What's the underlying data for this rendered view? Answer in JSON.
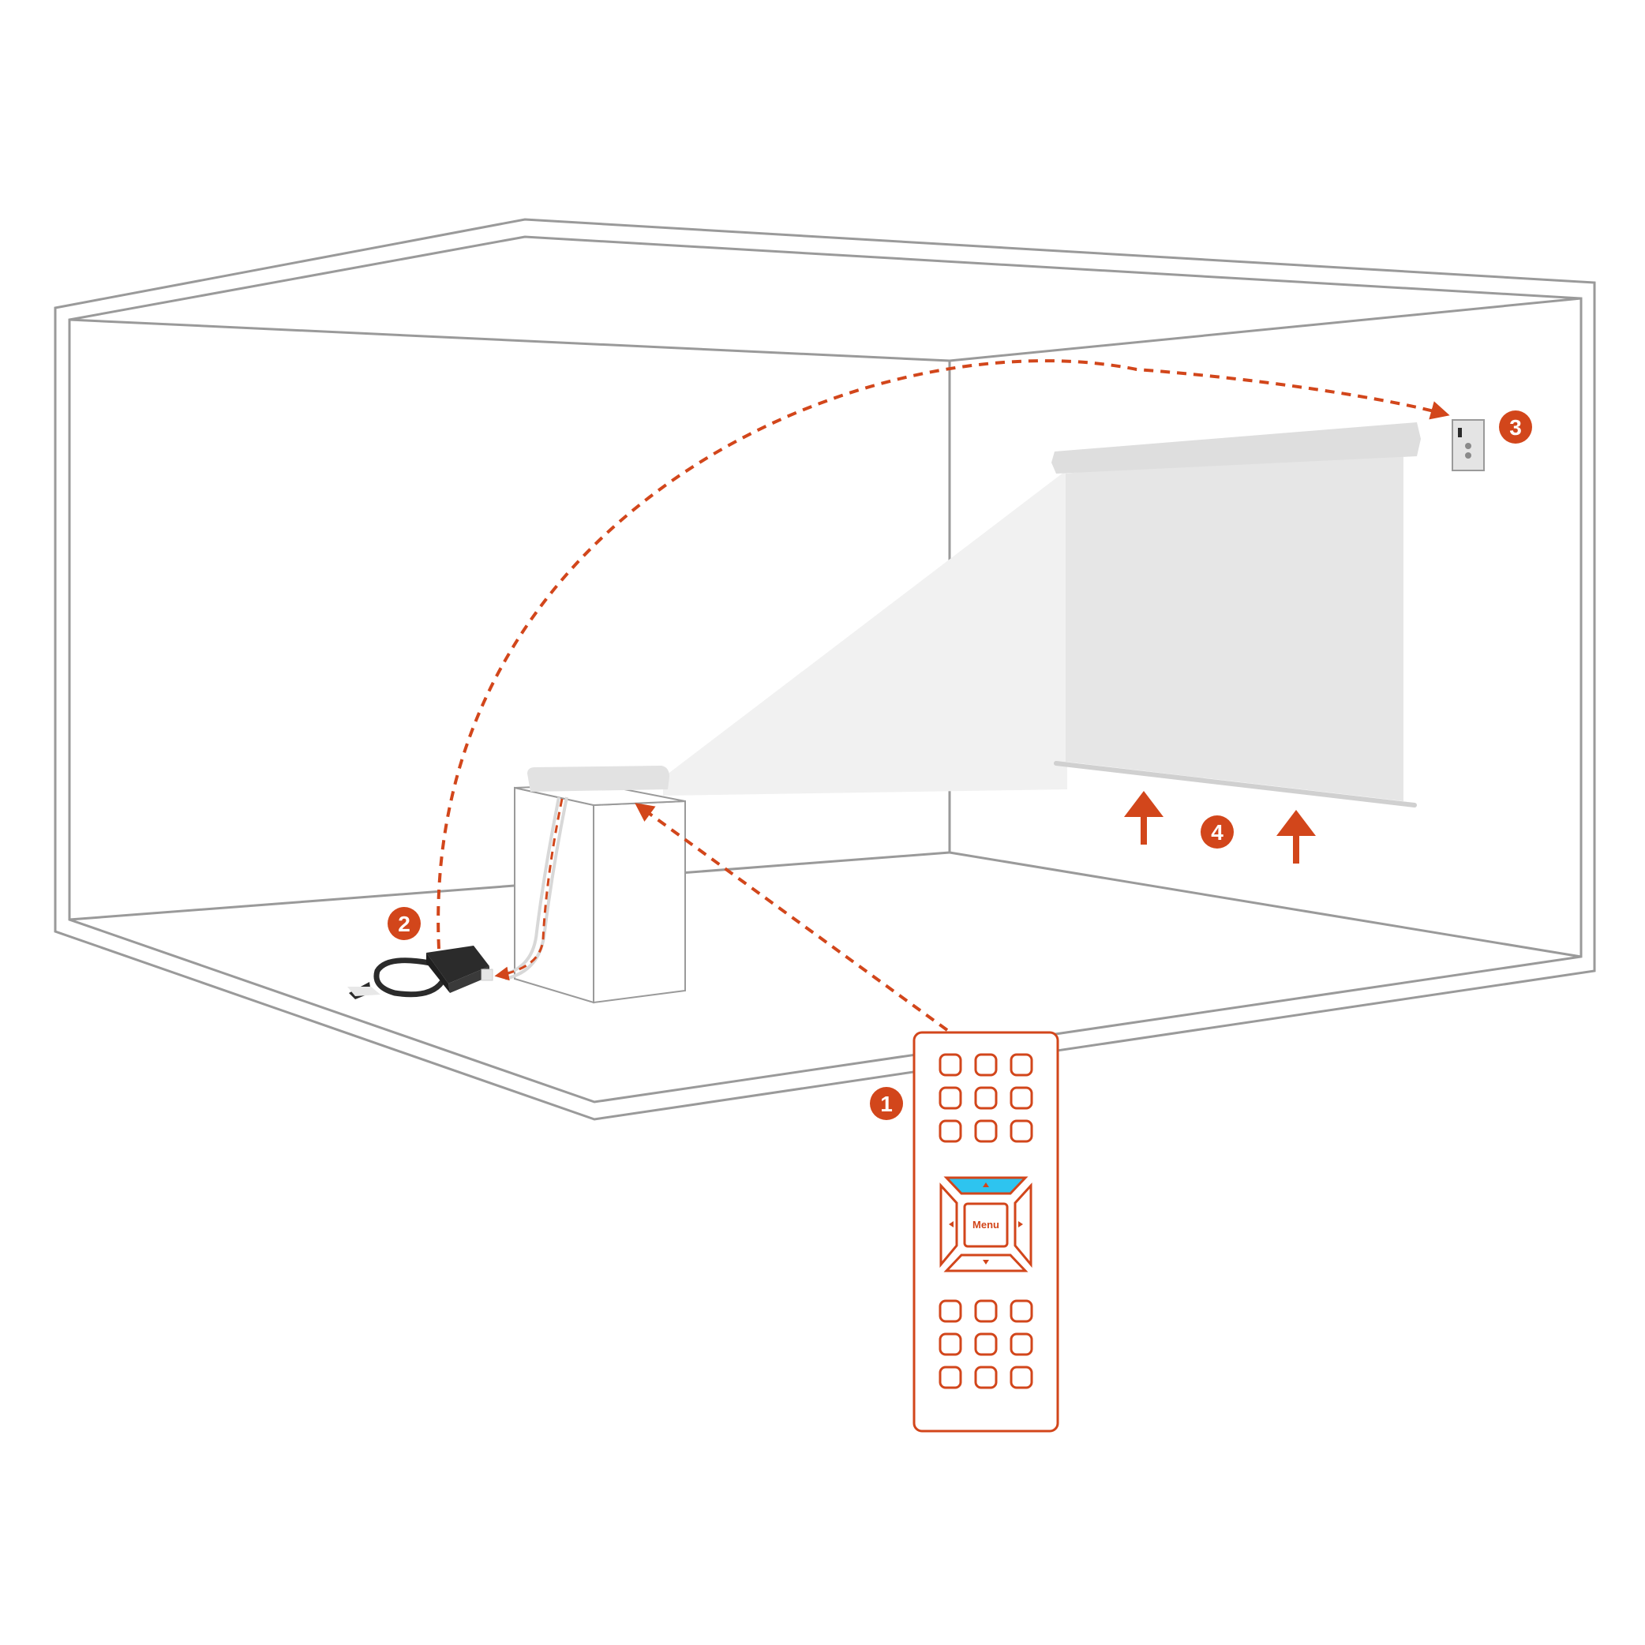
{
  "diagram": {
    "remote": {
      "menu_label": "Menu"
    },
    "steps": [
      {
        "id": "1",
        "label": "1"
      },
      {
        "id": "2",
        "label": "2"
      },
      {
        "id": "3",
        "label": "3"
      },
      {
        "id": "4",
        "label": "4"
      }
    ]
  },
  "colors": {
    "accent": "#d2461b",
    "highlight": "#2ec4ef",
    "room_line": "#9a9a9a",
    "screen": "#e6e6e6",
    "device_dark": "#2b2b2b"
  },
  "icons": [
    "remote-control-icon",
    "projector-icon",
    "smart-plug-icon",
    "wall-receiver-icon",
    "projection-screen-icon",
    "arrow-up-icon"
  ]
}
